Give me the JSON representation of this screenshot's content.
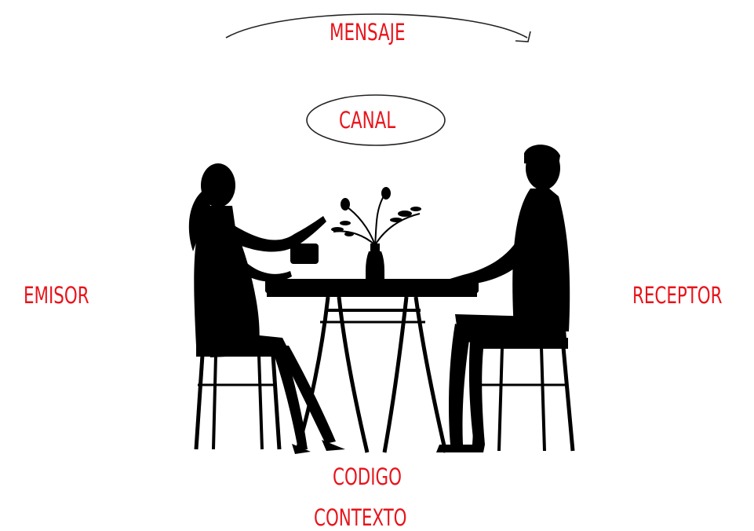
{
  "labels": {
    "mensaje": "MENSAJE",
    "canal": "CANAL",
    "emisor": "EMISOR",
    "receptor": "RECEPTOR",
    "codigo": "CODIGO",
    "contexto": "CONTEXTO"
  },
  "colors": {
    "label": "#e8141b",
    "silhouette": "#000000",
    "background": "#ffffff"
  }
}
